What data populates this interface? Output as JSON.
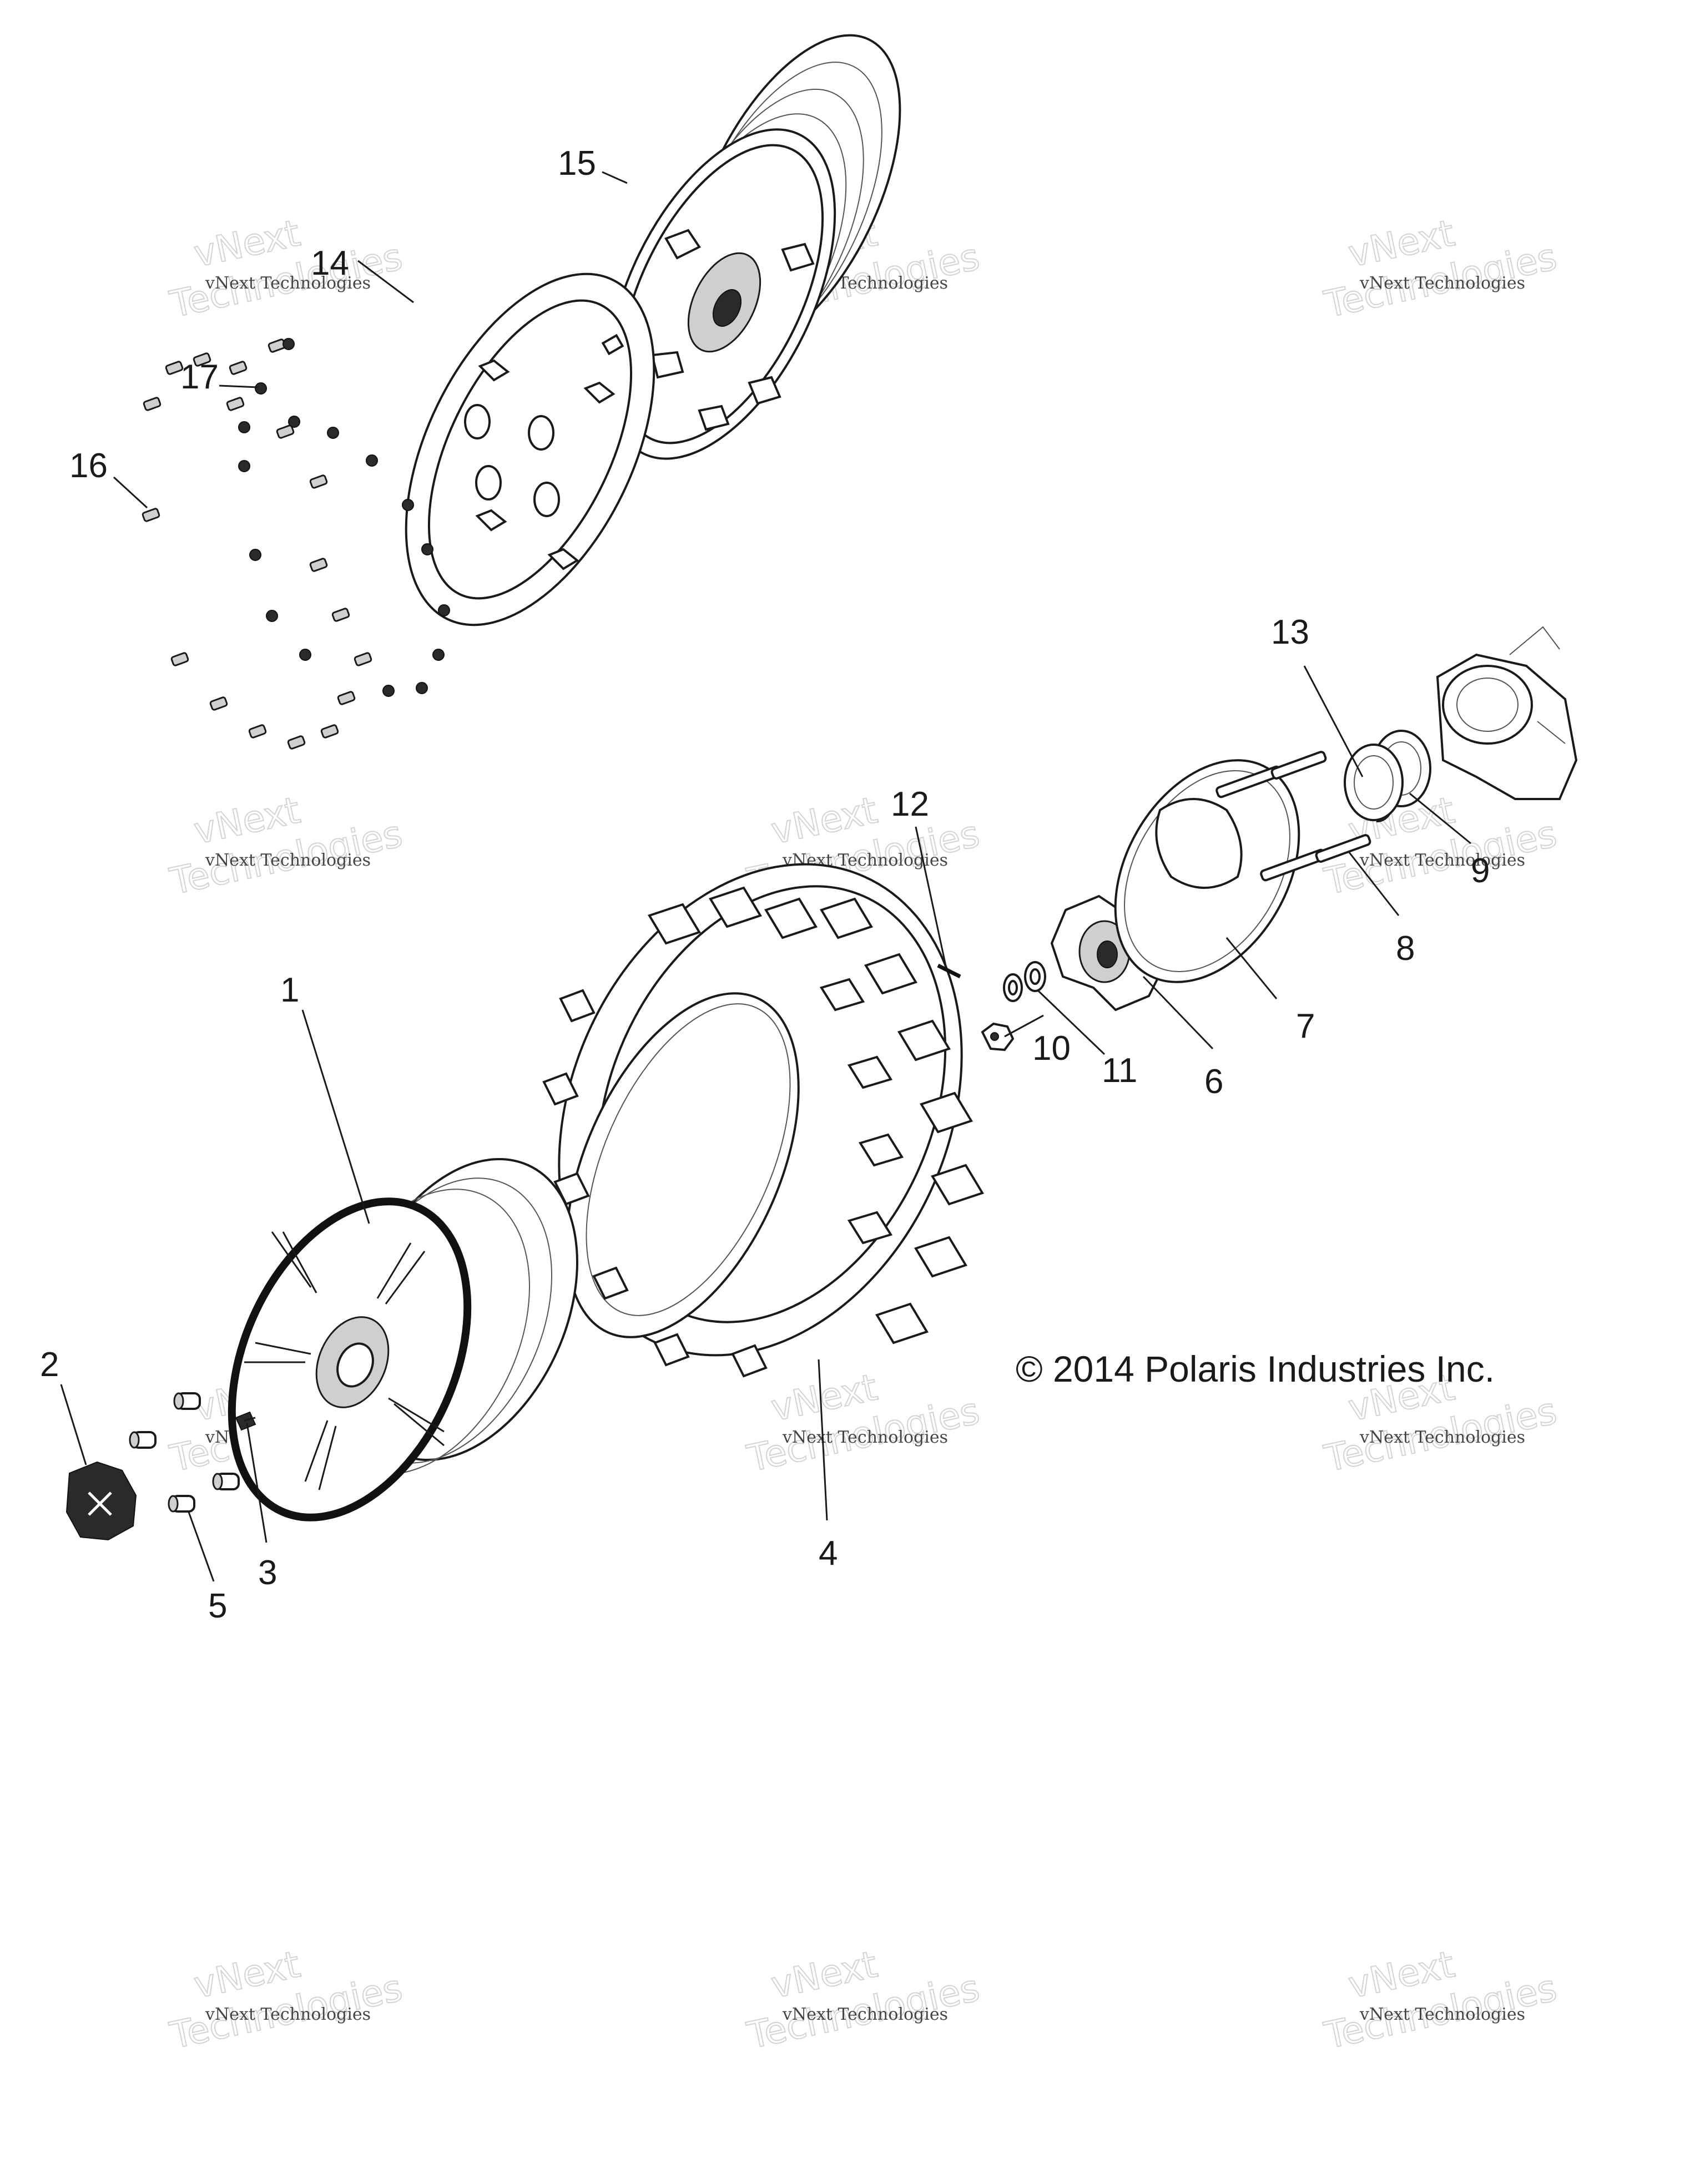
{
  "copyright": "© 2014 Polaris Industries Inc.",
  "watermark": {
    "line1": "vNext Technologies",
    "line2": "vNext",
    "line3": "Technologies"
  },
  "callouts": [
    "1",
    "2",
    "3",
    "4",
    "5",
    "6",
    "7",
    "8",
    "9",
    "10",
    "11",
    "12",
    "13",
    "14",
    "15",
    "16",
    "17"
  ]
}
